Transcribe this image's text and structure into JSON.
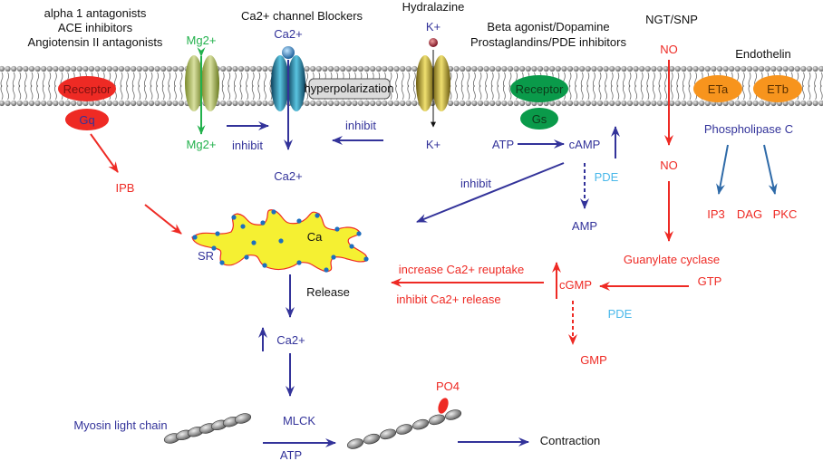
{
  "colors": {
    "blue": "#33339a",
    "red": "#ee2a24",
    "green": "#22b14c",
    "light_blue": "#4ab8ea",
    "orange": "#f7941d",
    "receptor_green": "#0a9a4a",
    "sr_yellow": "#f5f032",
    "plc_arrow": "#2e6aa8"
  },
  "drugs": {
    "left": [
      "alpha 1 antagonists",
      "ACE inhibitors",
      "Angiotensin II antagonists"
    ],
    "ca_blockers": "Ca2+ channel Blockers",
    "hydralazine": "Hydralazine",
    "beta": [
      "Beta agonist/Dopamine",
      "Prostaglandins/PDE inhibitors"
    ],
    "ngt": "NGT/SNP",
    "endothelin": "Endothelin"
  },
  "membrane": {
    "receptor_left": "Receptor",
    "gq": "Gq",
    "hyperpolarization": "hyperpolarization",
    "receptor_right": "Receptor",
    "gs": "Gs",
    "eta": "ETa",
    "etb": "ETb"
  },
  "labels": {
    "mg_top": "Mg2+",
    "mg_bottom": "Mg2+",
    "ca_top": "Ca2+",
    "ca_bottom": "Ca2+",
    "k_top": "K+",
    "k_bottom": "K+",
    "inhibit_1": "inhibit",
    "inhibit_2": "inhibit",
    "inhibit_3": "inhibit",
    "no_top": "NO",
    "no_mid": "NO",
    "atp": "ATP",
    "camp": "cAMP",
    "pde_1": "PDE",
    "amp": "AMP",
    "plc": "Phospholipase C",
    "ip3": "IP3",
    "dag": "DAG",
    "pkc": "PKC",
    "ipb": "IPB",
    "sr": "SR",
    "ca_sr": "Ca",
    "guanylate": "Guanylate cyclase",
    "gtp": "GTP",
    "cgmp": "cGMP",
    "increase_reuptake": "increase Ca2+ reuptake",
    "inhibit_release": "inhibit Ca2+ release",
    "pde_2": "PDE",
    "gmp": "GMP",
    "release": "Release",
    "ca_release": "Ca2+",
    "myosin": "Myosin light chain",
    "mlck": "MLCK",
    "atp_2": "ATP",
    "po4": "PO4",
    "contraction": "Contraction"
  }
}
